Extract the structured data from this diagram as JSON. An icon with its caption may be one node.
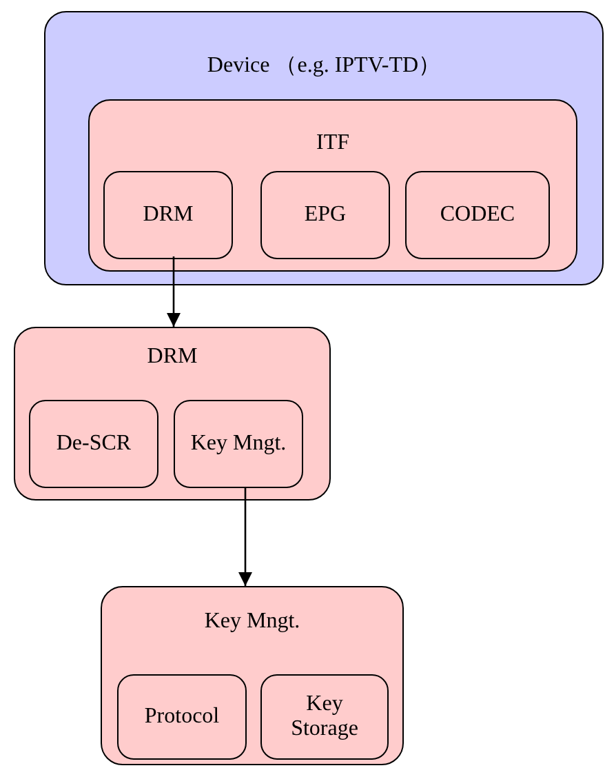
{
  "diagram": {
    "nodes": [
      {
        "text": [
          "Device （e.g. IPTV-TD）"
        ]
      },
      {
        "text": [
          "ITF"
        ],
        "in": 0
      },
      {
        "text": [
          "DRM"
        ],
        "in": 1
      },
      {
        "text": [
          "EPG"
        ],
        "in": 1
      },
      {
        "text": [
          "CODEC"
        ],
        "in": 1
      },
      {
        "text": [
          "DRM"
        ]
      },
      {
        "text": [
          "De-SCR"
        ],
        "in": 5
      },
      {
        "text": [
          "Key Mngt."
        ],
        "in": 5
      },
      {
        "text": [
          "Key Mngt."
        ]
      },
      {
        "text": [
          "Protocol"
        ],
        "in": 8
      },
      {
        "text": [
          "Key Storage"
        ],
        "in": 8
      }
    ],
    "edges": [
      {
        "from": 2,
        "to": 5,
        "arrow": "to"
      },
      {
        "from": 7,
        "to": 8,
        "arrow": "to"
      }
    ]
  }
}
